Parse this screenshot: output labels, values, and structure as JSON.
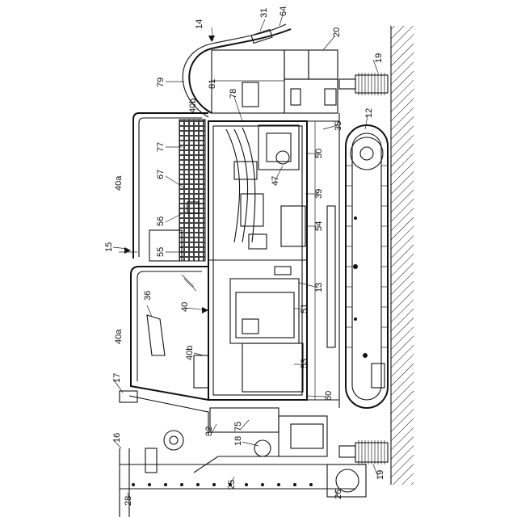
{
  "figure": {
    "labels": {
      "l14": "14",
      "l31": "31",
      "l64": "64",
      "l20": "20",
      "l19a": "19",
      "l79": "79",
      "l81": "81",
      "l40b_top": "40b",
      "l78": "78",
      "l12": "12",
      "l35": "35",
      "l77": "77",
      "l40a_top": "40a",
      "l67": "67",
      "l50": "50",
      "l47": "47",
      "l39": "39",
      "l56": "56",
      "l54": "54",
      "l15": "15",
      "l55": "55",
      "l13": "13",
      "l36": "36",
      "l40": "40",
      "l51": "51",
      "l40a_bot": "40a",
      "l40b_bot": "40b",
      "l53": "53",
      "l17": "17",
      "l60": "60",
      "l75": "75",
      "l32": "32",
      "l16": "16",
      "l18": "18",
      "l28": "28",
      "l25": "25",
      "l26": "26",
      "l19b": "19"
    }
  }
}
